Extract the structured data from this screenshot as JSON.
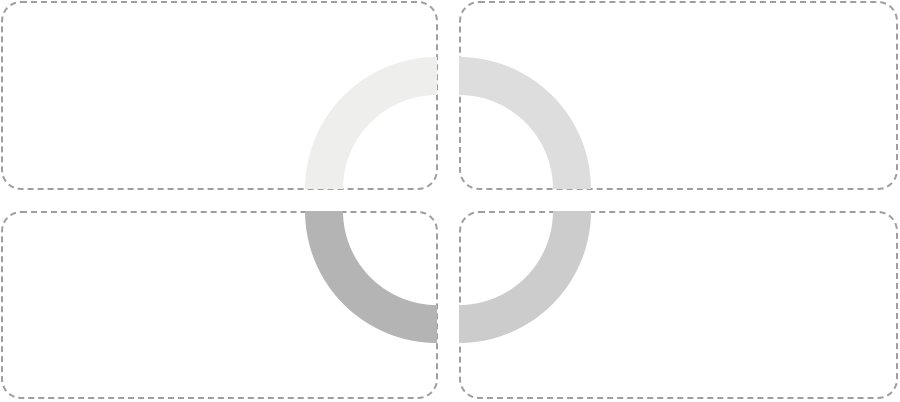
{
  "diagram": {
    "panels": [
      {
        "id": "top-left"
      },
      {
        "id": "top-right"
      },
      {
        "id": "bottom-left"
      },
      {
        "id": "bottom-right"
      }
    ],
    "ring_segments": [
      {
        "quadrant": "top-left",
        "color": "#eeeeed"
      },
      {
        "quadrant": "top-right",
        "color": "#dcdddc"
      },
      {
        "quadrant": "bottom-right",
        "color": "#cbcccb"
      },
      {
        "quadrant": "bottom-left",
        "color": "#b3b4b3"
      }
    ],
    "panel_border_color": "#9e9e9e"
  }
}
